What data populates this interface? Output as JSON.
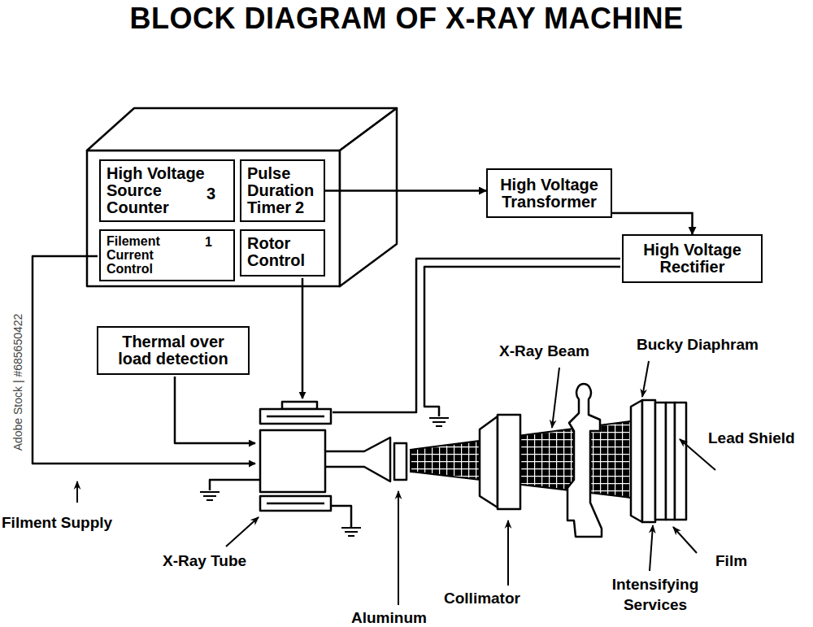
{
  "diagram": {
    "title": "BLOCK DIAGRAM OF X-RAY MACHINE",
    "nodes": [
      {
        "text": [
          "High Voltage Source Counter",
          "3"
        ]
      },
      {
        "text": [
          "Pulse Duration Timer",
          "2"
        ]
      },
      {
        "text": [
          "Filement Current Control",
          "1"
        ]
      },
      {
        "text": [
          "Rotor Control"
        ]
      },
      {
        "text": [
          "High Voltage Transformer"
        ]
      },
      {
        "text": [
          "High Voltage Rectifier"
        ]
      },
      {
        "text": [
          "Thermal over load detection"
        ]
      }
    ],
    "edges": [
      {
        "from": 1,
        "to": 4,
        "arrow": "to"
      },
      {
        "from": 4,
        "to": 5,
        "arrow": "to"
      }
    ],
    "labels": [
      "X-Ray Beam",
      "Bucky Diaphram",
      "Lead Shield",
      "Filment Supply",
      "X-Ray Tube",
      "Aluminum",
      "Collimator",
      "Intensifying Services",
      "Film",
      "Adobe Stock | #685650422"
    ]
  }
}
